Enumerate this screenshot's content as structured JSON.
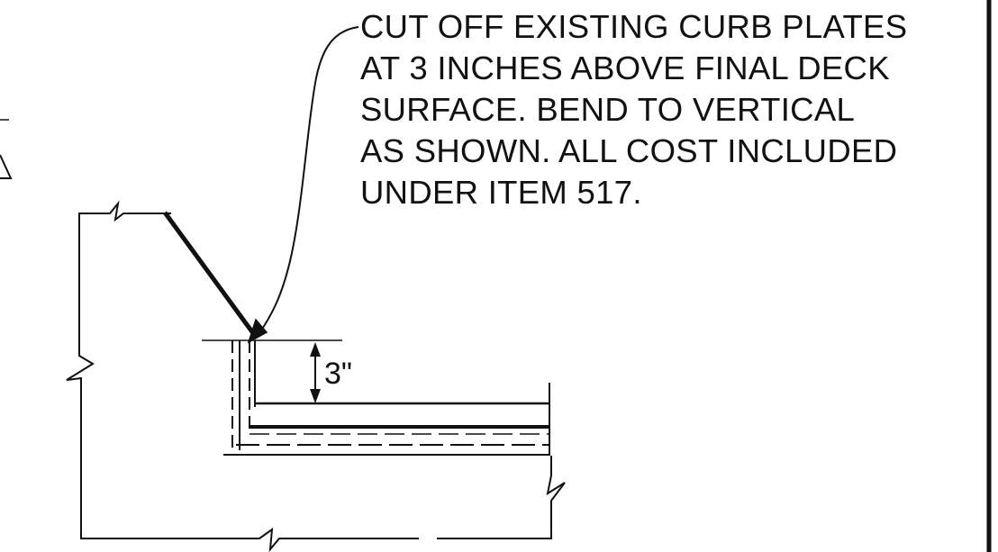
{
  "note": {
    "lines": [
      "CUT OFF EXISTING CURB PLATES",
      "AT 3 INCHES ABOVE FINAL DECK",
      "SURFACE.  BEND TO VERTICAL",
      "AS SHOWN.  ALL COST INCLUDED",
      "UNDER ITEM 517."
    ]
  },
  "dimension": {
    "label": "3\""
  },
  "colors": {
    "ink": "#111111",
    "paper": "#ffffff"
  }
}
